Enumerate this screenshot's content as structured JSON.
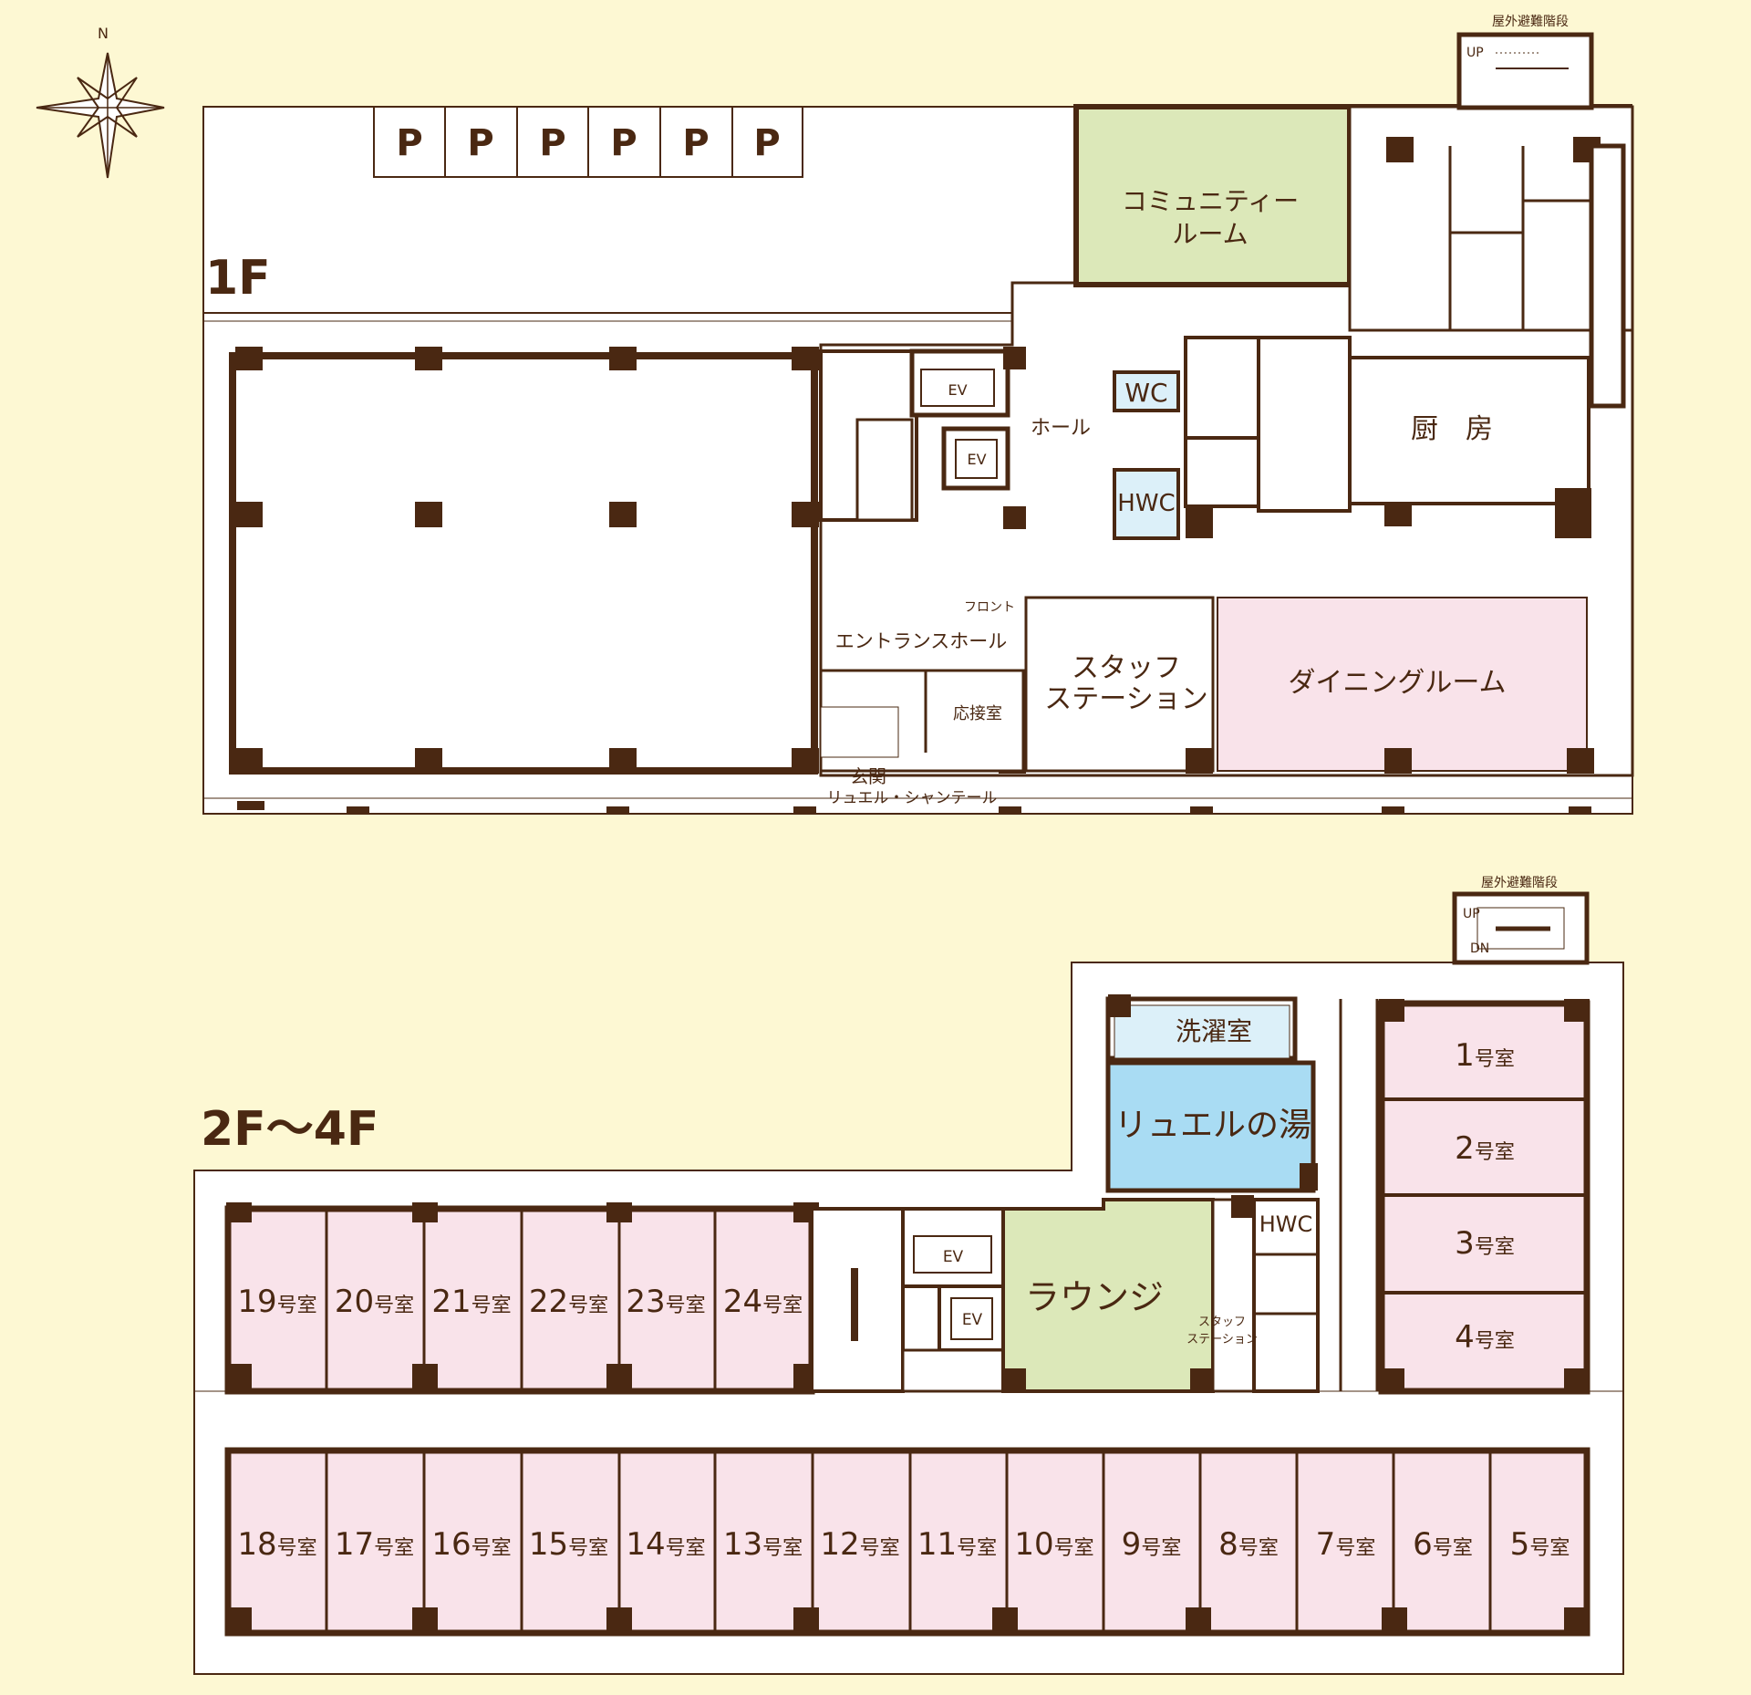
{
  "compass": {
    "north_label": "N",
    "icon": "compass-rose-icon"
  },
  "colors": {
    "background": "#fdf8d3",
    "wall": "#4a2812",
    "room_pink": "#f9e3ea",
    "room_green": "#dce8b9",
    "room_blue": "#a9dcf3",
    "room_lightblue": "#dcf0f9",
    "floor_white": "#ffffff"
  },
  "floor1": {
    "label": "1F",
    "outdoor_stairs": "屋外避難階段",
    "outdoor_stairs_up": "UP",
    "parking": [
      "P",
      "P",
      "P",
      "P",
      "P",
      "P"
    ],
    "community_room": [
      "コミュニティー",
      "ルーム"
    ],
    "ev": [
      "EV",
      "EV"
    ],
    "hall": "ホール",
    "wc": "WC",
    "hwc": "HWC",
    "kitchen": "厨　房",
    "front": "フロント",
    "entrance_hall": "エントランスホール",
    "staff_station": [
      "スタッフ",
      "ステーション"
    ],
    "dining_room": "ダイニングルーム",
    "reception_room": "応接室",
    "entrance": "玄関",
    "entrance_name": "リュエル・シャンテール"
  },
  "floor2": {
    "label": "2F〜4F",
    "outdoor_stairs": "屋外避難階段",
    "stairs_up": "UP",
    "stairs_dn": "DN",
    "laundry": "洗濯室",
    "bath": "リュエルの湯",
    "hwc": "HWC",
    "lounge": "ラウンジ",
    "staff_station": [
      "スタッフ",
      "ステーション"
    ],
    "ev": [
      "EV",
      "EV"
    ],
    "room_suffix": "号室",
    "east_rooms": [
      "1",
      "2",
      "3",
      "4"
    ],
    "north_rooms": [
      "19",
      "20",
      "21",
      "22",
      "23",
      "24"
    ],
    "south_rooms": [
      "18",
      "17",
      "16",
      "15",
      "14",
      "13",
      "12",
      "11",
      "10",
      "9",
      "8",
      "7",
      "6",
      "5"
    ]
  }
}
